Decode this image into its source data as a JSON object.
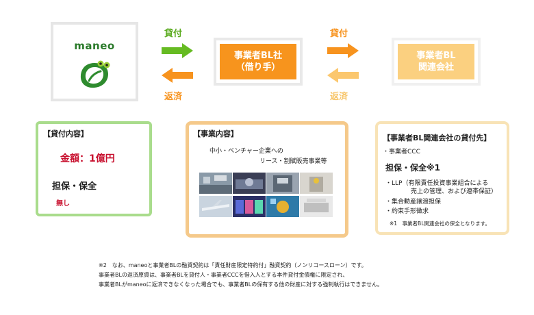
{
  "nodes": {
    "maneo": {
      "name": "maneo"
    },
    "borrower": {
      "line1": "事業者BL社",
      "line2": "（借り手）"
    },
    "related": {
      "line1": "事業者BL",
      "line2": "関連会社"
    }
  },
  "flows": {
    "left_lend": "貸付",
    "left_repay": "返済",
    "right_lend": "貸付",
    "right_repay": "返済"
  },
  "loan_box": {
    "header": "【貸付内容】",
    "amount": "金額：1億円",
    "collateral_label": "担保・保全",
    "collateral_value": "無し"
  },
  "business_box": {
    "header": "【事業内容】",
    "line1": "中小・ベンチャー企業への",
    "line2": "リース・割賦販売事業等"
  },
  "related_box": {
    "header": "【事業者BL関連会社の貸付先】",
    "lendee": "・事業者CCC",
    "collateral_title": "担保・保全※1",
    "item1_a": "・LLP（有限責任投資事業組合による",
    "item1_b": "売上の管理、および連帯保証）",
    "item2": "・集合動産譲渡担保",
    "item3": "・約束手形徴求",
    "note": "※1　事業者BL関連会社の保全となります。"
  },
  "footnote": {
    "line1": "※2　なお、maneoと事業者BLの融資契約は「責任財産限定特約付」融資契約（ノンリコースローン）です。",
    "line2": "事業者BLの返済原資は、事業者BLを貸付人・事業者CCCを借入人とする本件貸付金債権に限定され、",
    "line3": "事業者BLがmaneoに返済できなくなった場合でも、事業者BLの保有する他の財産に対する強制執行はできません。"
  },
  "colors": {
    "green_arrow": "#66bb22",
    "orange_arrow": "#f7931e",
    "light_orange_arrow": "#fbc76e",
    "borrower_fill": "#f7941d",
    "related_fill": "#fbd080",
    "amount_red": "#c8102e"
  },
  "icons": {
    "maneo_logo": "frog-leaf-logo"
  }
}
